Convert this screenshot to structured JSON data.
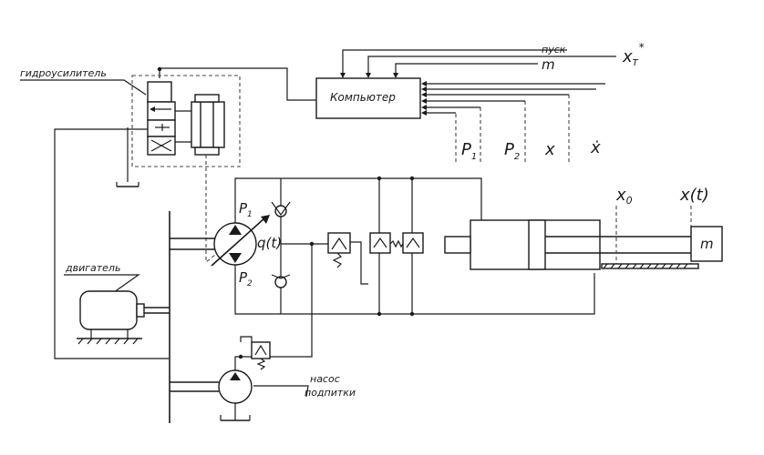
{
  "labels": {
    "computer": "Компьютер",
    "servo_amplifier": "гидроусилитель",
    "engine": "двигатель",
    "boost_pump_line1": "насос",
    "boost_pump_line2": "подпитки",
    "cmd_start": "пуск",
    "cmd_xt": "x",
    "cmd_xt_sub": "T",
    "cmd_xt_sup": "*",
    "cmd_m": "m",
    "meas_p1": "P",
    "meas_p1_sub": "1",
    "meas_p2": "P",
    "meas_p2_sub": "2",
    "meas_x": "x",
    "meas_xdot": "ẋ",
    "pump_p1": "P",
    "pump_p1_sub": "1",
    "pump_p2": "P",
    "pump_p2_sub": "2",
    "pump_flow": "q(t)",
    "x0": "x",
    "x0_sub": "0",
    "xt": "x(t)",
    "mass": "m"
  }
}
